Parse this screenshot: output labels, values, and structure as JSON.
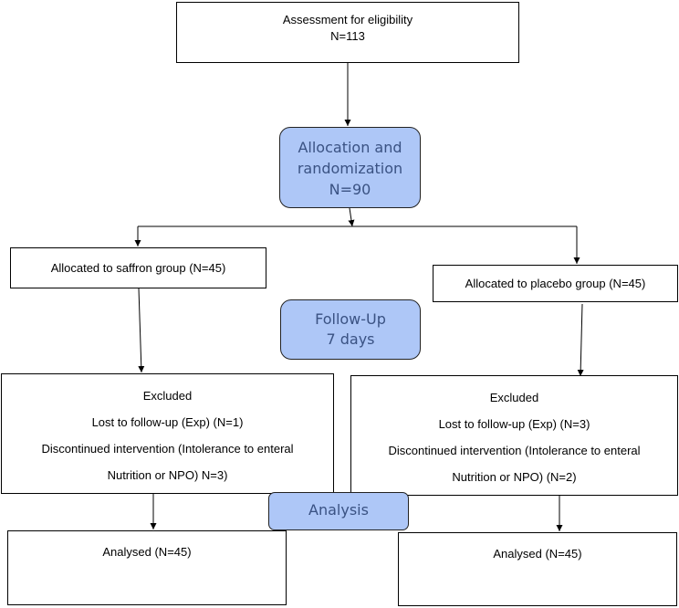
{
  "flowchart": {
    "assessment": {
      "title": "Assessment for eligibility",
      "count": "N=113"
    },
    "allocation": {
      "line1": "Allocation and",
      "line2": "randomization",
      "line3": "N=90"
    },
    "saffron_group": "Allocated to saffron group (N=45)",
    "placebo_group": "Allocated to placebo group (N=45)",
    "follow_up": {
      "line1": "Follow-Up",
      "line2": "7 days"
    },
    "excluded_saffron": {
      "title": "Excluded",
      "lost": "Lost to follow-up (Exp) (N=1)",
      "discontinued_1": "Discontinued intervention (Intolerance to enteral",
      "discontinued_2": "Nutrition or NPO) N=3)"
    },
    "excluded_placebo": {
      "title": "Excluded",
      "lost": "Lost to follow-up (Exp) (N=3)",
      "discontinued_1": "Discontinued intervention (Intolerance to enteral",
      "discontinued_2": "Nutrition or NPO) (N=2)"
    },
    "analysis": "Analysis",
    "analysed_saffron": "Analysed (N=45)",
    "analysed_placebo": "Analysed (N=45)"
  }
}
